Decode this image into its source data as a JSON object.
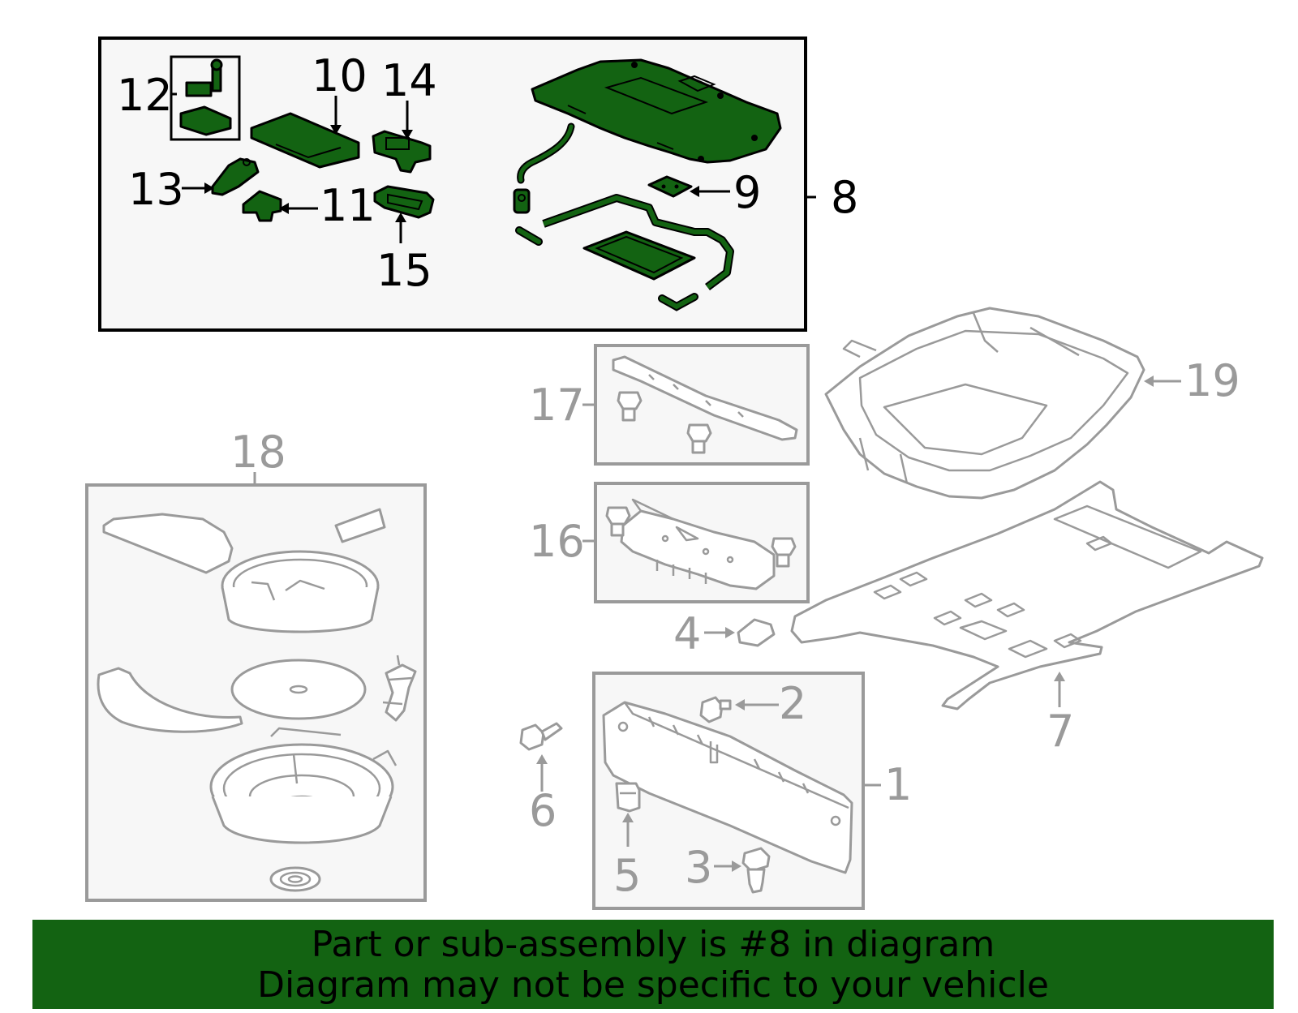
{
  "callouts": {
    "c1": "1",
    "c2": "2",
    "c3": "3",
    "c4": "4",
    "c5": "5",
    "c6": "6",
    "c7": "7",
    "c8": "8",
    "c9": "9",
    "c10": "10",
    "c11": "11",
    "c12": "12",
    "c13": "13",
    "c14": "14",
    "c15": "15",
    "c16": "16",
    "c17": "17",
    "c18": "18",
    "c19": "19"
  },
  "highlighted_part": "8",
  "colors": {
    "highlight_fill": "#136312",
    "inactive_gray": "#9a9a9a",
    "box_fill": "#f7f7f7",
    "banner_background": "#136312"
  },
  "banner": {
    "line1": "Part or sub-assembly is #8 in diagram",
    "line2": "Diagram may not be specific to your vehicle"
  }
}
